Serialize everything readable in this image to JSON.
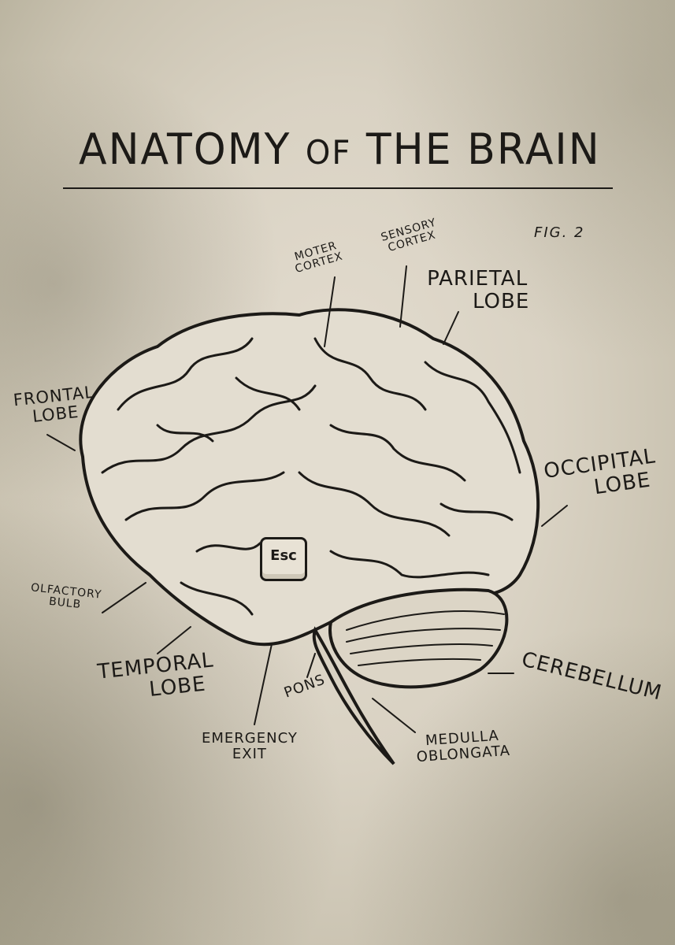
{
  "poster": {
    "title_part1": "ANATOMY",
    "title_part2": "OF",
    "title_part3": "THE BRAIN",
    "figure_label": "FIG. 2"
  },
  "key": {
    "label": "Esc"
  },
  "labels": {
    "motor_cortex": [
      "MOTER",
      "CORTEX"
    ],
    "sensory_cortex": [
      "SENSORY",
      "CORTEX"
    ],
    "parietal_lobe": [
      "PARIETAL",
      "LOBE"
    ],
    "frontal_lobe": [
      "FRONTAL",
      "LOBE"
    ],
    "occipital_lobe": [
      "OCCIPITAL",
      "LOBE"
    ],
    "olfactory_bulb": [
      "OLFACTORY",
      "BULB"
    ],
    "temporal_lobe": [
      "TEMPORAL",
      "LOBE"
    ],
    "emergency_exit": [
      "EMERGENCY",
      "EXIT"
    ],
    "pons": [
      "PONS"
    ],
    "medulla_oblongata": [
      "MEDULLA",
      "OBLONGATA"
    ],
    "cerebellum": [
      "CEREBELLUM"
    ]
  },
  "colors": {
    "ink": "#1c1a17",
    "paper": "#ddd6c8"
  }
}
